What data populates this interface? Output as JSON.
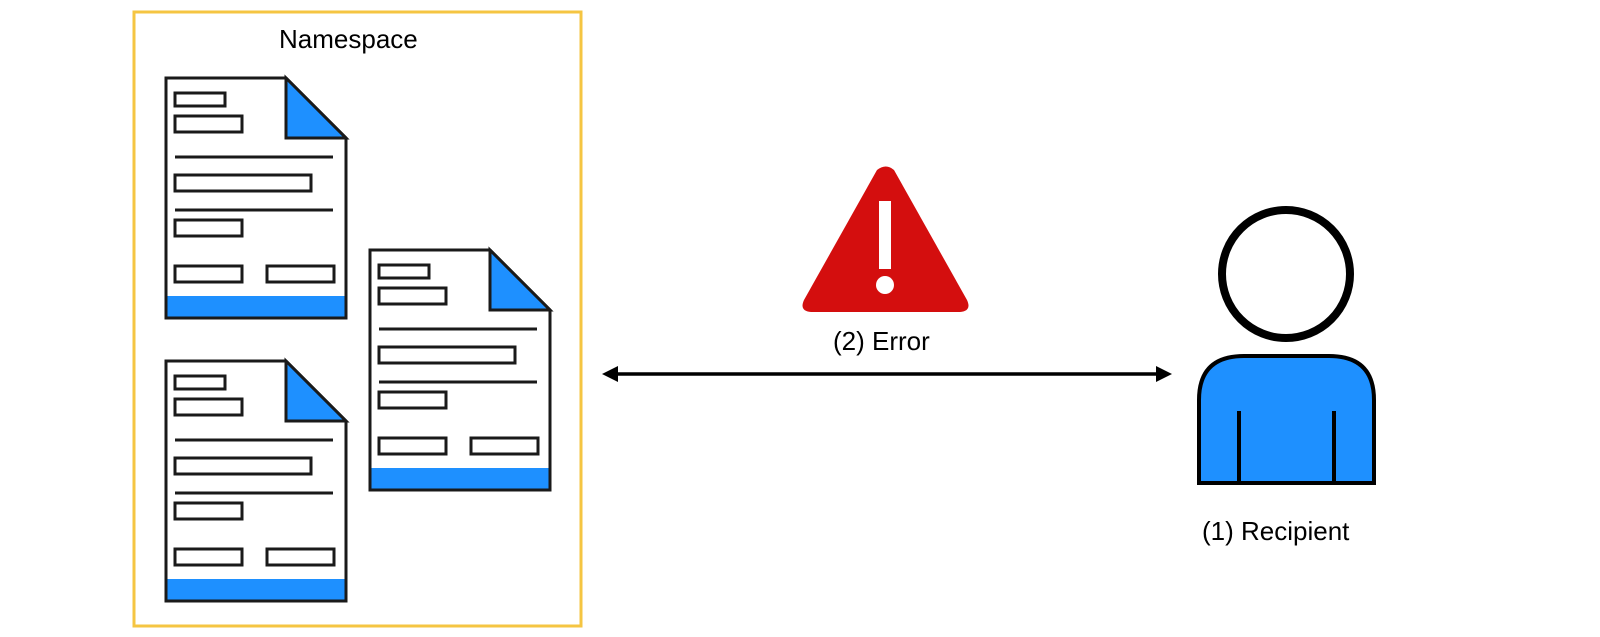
{
  "namespace": {
    "label": "Namespace"
  },
  "error": {
    "label": "(2) Error"
  },
  "recipient": {
    "label": "(1) Recipient"
  },
  "colors": {
    "namespace_border": "#F5C542",
    "document_accent": "#1E90FF",
    "document_stroke": "#1A1A1A",
    "warning_red": "#D40E0E",
    "person_body": "#1E90FF",
    "arrow": "#000000"
  },
  "icons": {
    "documents": "document-icon",
    "warning": "warning-triangle-icon",
    "person": "person-icon",
    "connection": "double-arrow"
  }
}
